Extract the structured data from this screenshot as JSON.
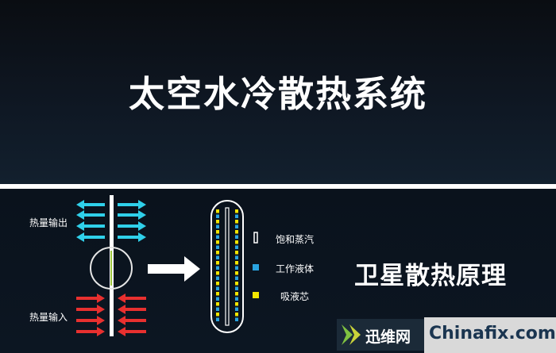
{
  "header": {
    "title": "太空水冷散热系统"
  },
  "diagram": {
    "heat_output_label": "热量输出",
    "heat_input_label": "热量输入",
    "principle_title": "卫星散热原理",
    "legend": [
      {
        "label": "饱和蒸汽",
        "color": "#ffffff"
      },
      {
        "label": "工作液体",
        "color": "#29a3e0"
      },
      {
        "label": "吸液芯",
        "color": "#f2e600"
      }
    ],
    "colors": {
      "outflow_arrows": "#2fd0ea",
      "inflow_arrows": "#e8302f",
      "zoom_ring": "#e6e6e6",
      "core_line": "#9cc43a"
    }
  },
  "watermark": {
    "left_text": "迅维网",
    "right_text": "Chinafix.com"
  }
}
